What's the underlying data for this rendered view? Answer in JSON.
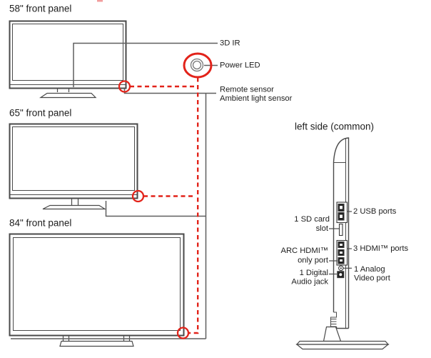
{
  "page_type": "tv-manual-diagram",
  "panel_titles": {
    "panel_58": "58\" front panel",
    "panel_65": "65\" front panel",
    "panel_84": "84\" front panel",
    "side_view": "left side (common)"
  },
  "front_callouts": {
    "ir": "3D IR",
    "power_led": "Power LED",
    "remote_sensor": "Remote sensor",
    "ambient_light_sensor": "Ambient light sensor"
  },
  "side_callouts": {
    "usb": "2 USB ports",
    "sd_line1": "1 SD card",
    "sd_line2": "slot",
    "hdmi": "3 HDMI™ ports",
    "arc_line1": "ARC HDMI™",
    "arc_line2": "only port",
    "analog_line1": "1 Analog",
    "analog_line2": "Video port",
    "digital_line1": "1 Digital",
    "digital_line2": "Audio jack"
  },
  "colors": {
    "highlight_red": "#e2231a",
    "tv_outline": "#4a4a4a",
    "callout_line": "#5f5f5f",
    "text": "#1d1d1d"
  }
}
